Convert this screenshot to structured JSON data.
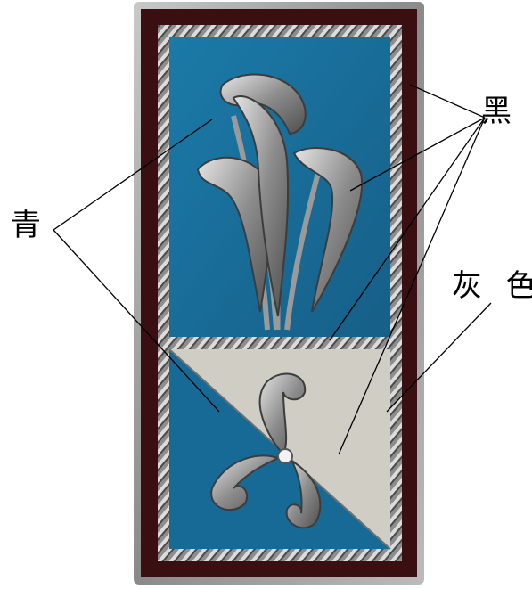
{
  "labels": {
    "qing": "青",
    "hei": "黑",
    "hui_se": "灰 色"
  },
  "colors": {
    "qing_blue": "#1a6f9b",
    "hei_frame": "#3a0f12",
    "hui_grey": "#cfcdc4",
    "silver": "#a8a8a8",
    "silver_dark": "#5c5c5c",
    "silver_light": "#e4e4e4"
  }
}
